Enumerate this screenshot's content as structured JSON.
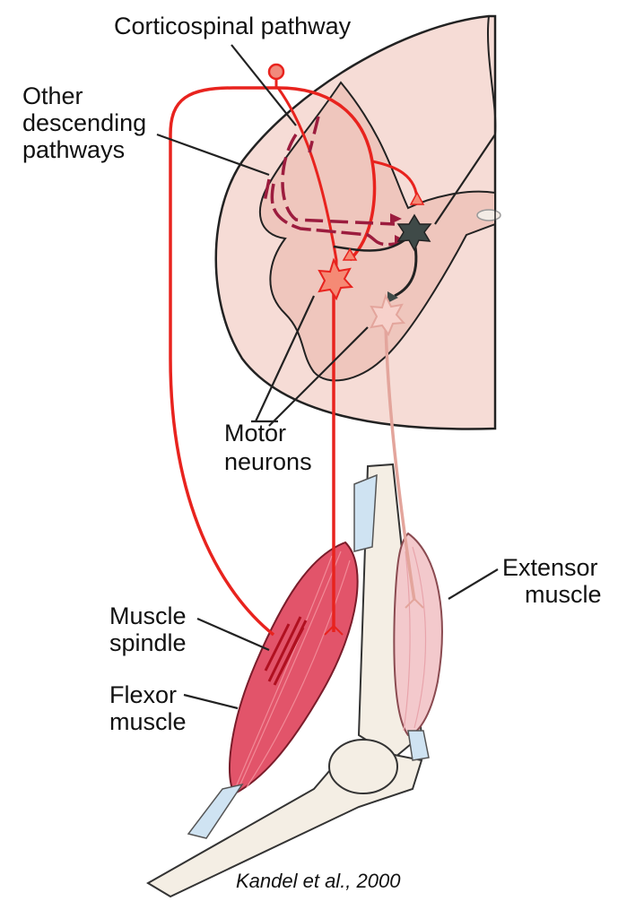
{
  "labels": {
    "corticospinal": "Corticospinal pathway",
    "other_line1": "Other",
    "other_line2": "descending",
    "other_line3": "pathways",
    "motor_line1": "Motor",
    "motor_line2": "neurons",
    "extensor_line1": "Extensor",
    "extensor_line2": "muscle",
    "spindle_line1": "Muscle",
    "spindle_line2": "spindle",
    "flexor_line1": "Flexor",
    "flexor_line2": "muscle"
  },
  "credit": "Kandel et al., 2000",
  "colors": {
    "afferent": "#e8231e",
    "descending": "#9c1c3e",
    "extensor_motor": "#e3a59c",
    "interneuron": "#3f4a48",
    "cord_outer": "#f6dcd6",
    "cord_inner": "#efc6bd",
    "flexor_muscle": "#e2546a",
    "extensor_muscle": "#f3c9cc",
    "bone": "#f4eee4"
  }
}
